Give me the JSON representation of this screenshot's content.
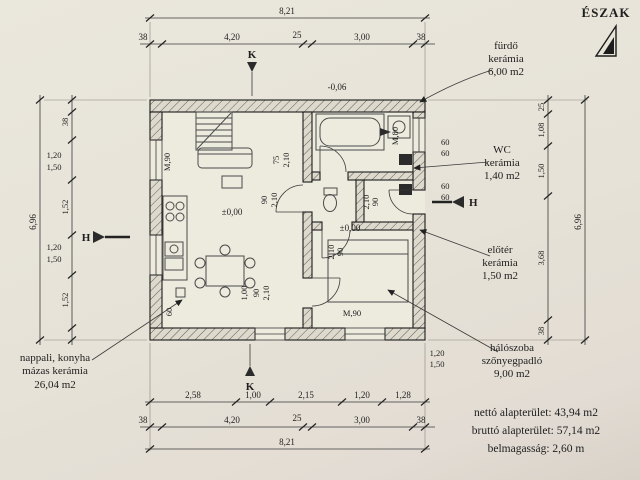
{
  "north": {
    "label": "ÉSZAK"
  },
  "dims": {
    "top_total": "8,21",
    "bottom_total": "8,21",
    "left_total": "6,96",
    "right_total": "6,96",
    "top_chain": [
      "38",
      "4,20",
      "25",
      "3,00",
      "38"
    ],
    "bottom_chain": [
      "38",
      "4,20",
      "25",
      "3,00",
      "38"
    ],
    "room_chain": [
      "2,58",
      "1,00",
      "2,15",
      "1,20",
      "1,28"
    ],
    "right_chain": [
      "25",
      "1,08",
      "1,50",
      "3,68",
      "38"
    ],
    "left_seg_a": "38",
    "left_seg_b": "1,52",
    "left_seg_c": "1,52",
    "win_w": "1,20",
    "win_h": "1,50",
    "shaft": "60"
  },
  "rooms": {
    "bath": {
      "l1": "fürdő",
      "l2": "kerámia",
      "l3": "6,00 m2"
    },
    "wc": {
      "l1": "WC",
      "l2": "kerámia",
      "l3": "1,40 m2"
    },
    "hall": {
      "l1": "előtér",
      "l2": "kerámia",
      "l3": "1,50 m2"
    },
    "bedroom": {
      "l1": "hálószoba",
      "l2": "szőnyegpadló",
      "l3": "9,00 m2"
    },
    "living": {
      "l1": "nappali, konyha",
      "l2": "mázas kerámia",
      "l3": "26,04 m2"
    }
  },
  "levels": {
    "zero": "±0,00",
    "minus": "-0,06"
  },
  "openings": {
    "m90": "M,90",
    "m80": "M,80",
    "w75": "75",
    "w90": "90",
    "h210": "2,10",
    "w100": "1,00",
    "w60": "60"
  },
  "sections": {
    "h": "H",
    "k": "K"
  },
  "summary": {
    "net": "nettó alapterület: 43,94 m2",
    "gross": "bruttó alapterület: 57,14 m2",
    "height": "belmagasság: 2,60 m"
  }
}
